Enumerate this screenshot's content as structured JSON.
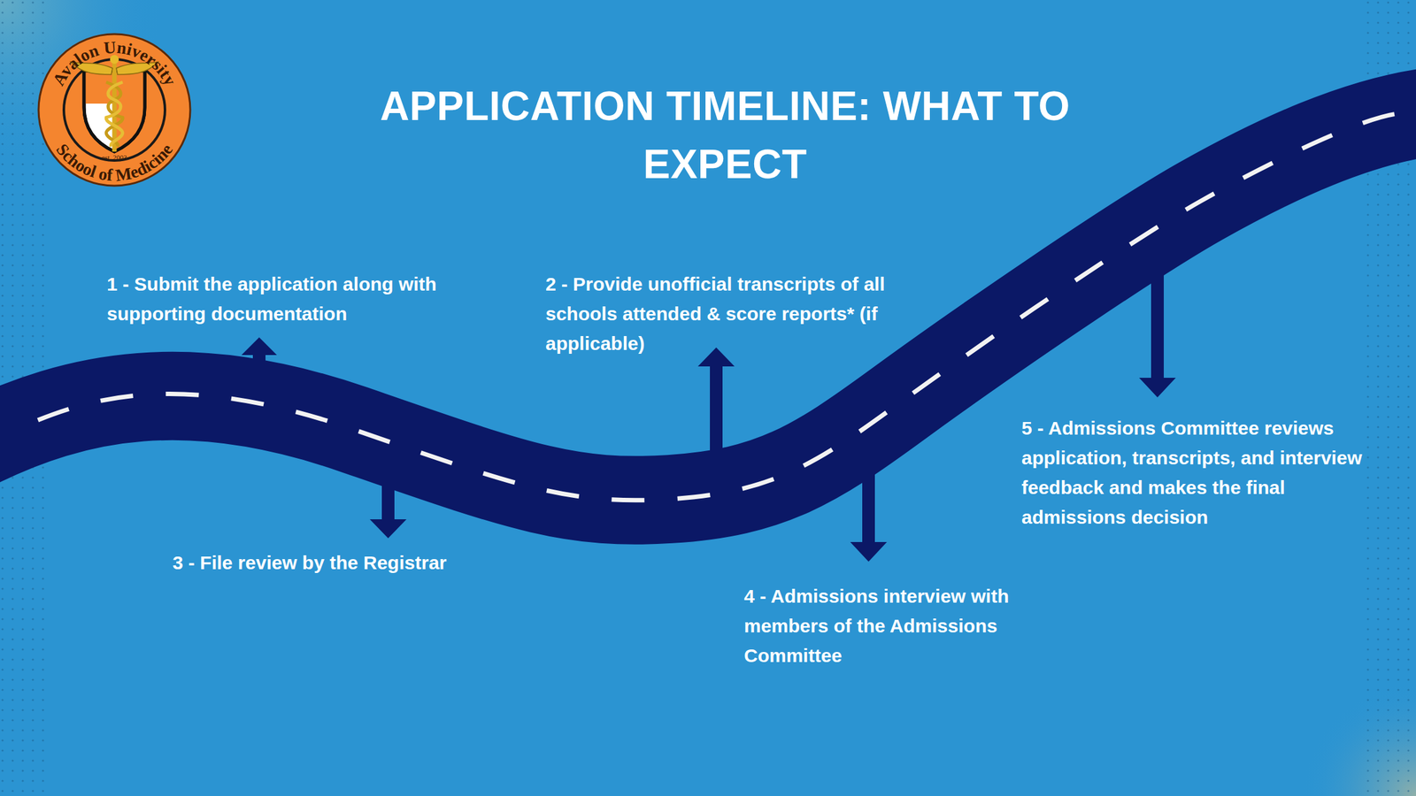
{
  "diagram": {
    "title": "APPLICATION TIMELINE: WHAT TO EXPECT",
    "labels": [
      "Avalon University",
      "School of Medicine",
      "est. 2003",
      "1 - Submit the application along with supporting documentation",
      "2 - Provide unofficial transcripts of all schools attended & score reports* (if applicable)",
      "3 - File review by the Registrar",
      "4 - Admissions interview with members of the Admissions Committee",
      "5 - Admissions Committee reviews application, transcripts, and interview feedback and makes the final admissions decision"
    ]
  }
}
